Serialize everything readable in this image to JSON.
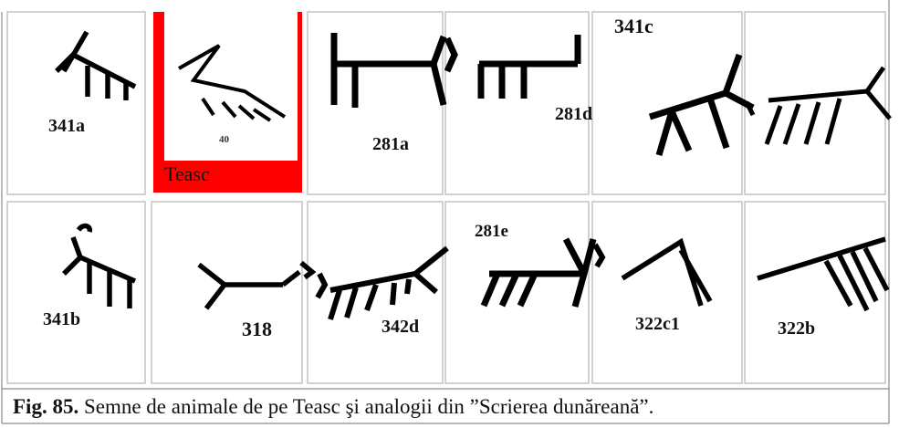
{
  "cells": {
    "c341a": "341a",
    "c281a": "281a",
    "c281d": "281d",
    "c341c": "341c",
    "c341b": "341b",
    "c318": "318",
    "c342d": "342d",
    "c281e": "281e",
    "c322c1": "322c1",
    "c322b": "322b"
  },
  "teasc": {
    "label": "Teasc",
    "tablet_number": "40"
  },
  "caption": {
    "fig_label": "Fig. 85.",
    "text": " Semne de animale de pe Teasc şi analogii din ”Scrierea dunăreană”."
  },
  "colors": {
    "highlight": "#ff0000",
    "grid": "#b5b5b5",
    "ink": "#000000"
  }
}
